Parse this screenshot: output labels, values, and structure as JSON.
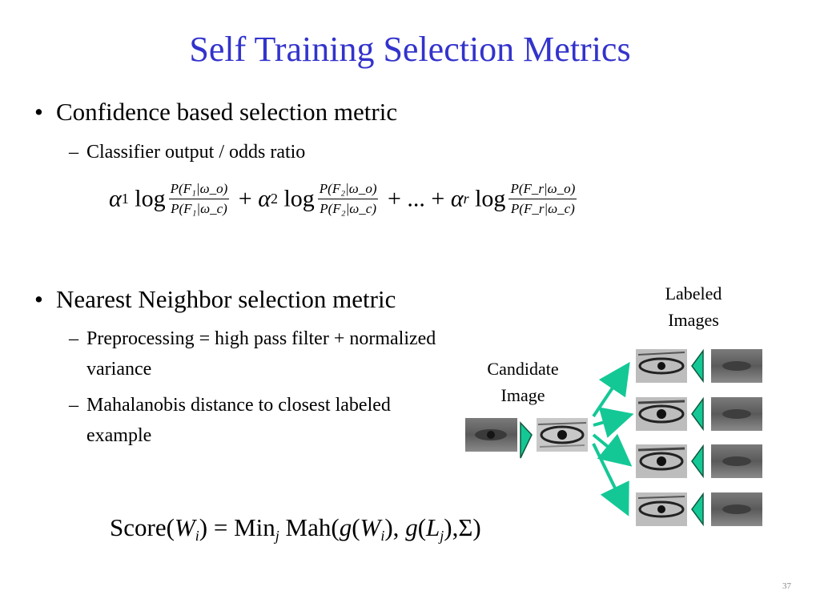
{
  "title": "Self Training Selection Metrics",
  "bullets": [
    {
      "text": "Confidence based selection metric",
      "subs": [
        "Classifier output / odds ratio"
      ]
    },
    {
      "text": "Nearest Neighbor selection metric",
      "subs": [
        "Preprocessing = high pass filter + normalized variance",
        "Mahalanobis distance to closest labeled example"
      ]
    }
  ],
  "bullet_char": "•",
  "dash_char": "–",
  "formula1": {
    "alpha": "α",
    "log": "log",
    "plus": "+",
    "ellipsis": "+ ... +",
    "terms": [
      {
        "sub": "1",
        "num": "P(F₁|ω_o)",
        "den": "P(F₁|ω_c)"
      },
      {
        "sub": "2",
        "num": "P(F₂|ω_o)",
        "den": "P(F₂|ω_c)"
      },
      {
        "sub": "r",
        "num": "P(F_r|ω_o)",
        "den": "P(F_r|ω_c)"
      }
    ]
  },
  "formula2": {
    "score": "Score",
    "W": "W",
    "i": "i",
    "eq": "=",
    "min": "Min",
    "j": "j",
    "mah": "Mah",
    "g": "g",
    "L": "L",
    "sigma": "Σ"
  },
  "captions": {
    "labeled": "Labeled Images",
    "labeled_line1": "Labeled",
    "labeled_line2": "Images",
    "candidate_line1": "Candidate",
    "candidate_line2": "Image"
  },
  "slide_number": "37",
  "colors": {
    "title": "#3333cc",
    "arrow": "#14c896",
    "arrow_outline": "#0f5a3c"
  }
}
